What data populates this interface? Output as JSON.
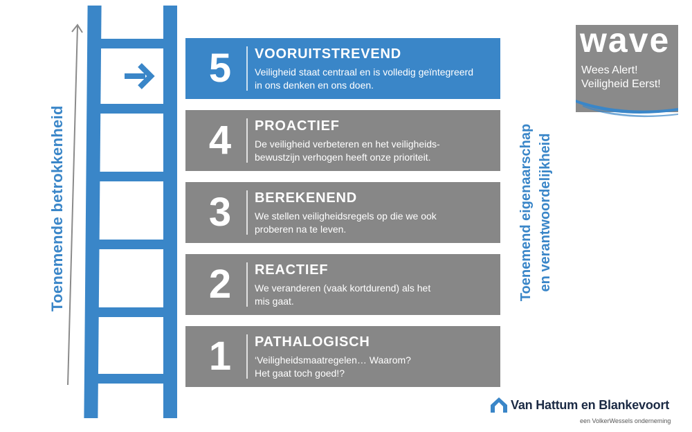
{
  "axis_left_label": "Toenemende betrokkenheid",
  "axis_right_label_line1": "Toenemend eigenaarschap",
  "axis_right_label_line2": "en verantwoordelijkheid",
  "levels": [
    {
      "number": "5",
      "title": "VOORUITSTREVEND",
      "desc_line1": "Veiligheid staat centraal en is volledig geïntegreerd",
      "desc_line2": "in ons denken en ons doen."
    },
    {
      "number": "4",
      "title": "PROACTIEF",
      "desc_line1": "De veiligheid verbeteren en het veiligheids-",
      "desc_line2": "bewustzijn verhogen heeft onze prioriteit."
    },
    {
      "number": "3",
      "title": "BEREKENEND",
      "desc_line1": "We stellen veiligheidsregels op die we ook",
      "desc_line2": "proberen na te leven."
    },
    {
      "number": "2",
      "title": "REACTIEF",
      "desc_line1": "We veranderen (vaak kortdurend) als het",
      "desc_line2": "mis gaat."
    },
    {
      "number": "1",
      "title": "PATHALOGISCH",
      "desc_line1": "‘Veiligheidsmaatregelen… Waarom?",
      "desc_line2": "Het gaat toch goed!?"
    }
  ],
  "active_level": "5",
  "wave_logo": {
    "word": "wave",
    "line1": "Wees Alert!",
    "line2": "Veiligheid Eerst!"
  },
  "company": {
    "name": "Van Hattum en Blankevoort",
    "tagline": "een VolkerWessels onderneming"
  },
  "colors": {
    "accent": "#3a86c8",
    "box_gray": "#878787",
    "logo_gray": "#8a8a8a",
    "company_navy": "#1b2a44"
  }
}
